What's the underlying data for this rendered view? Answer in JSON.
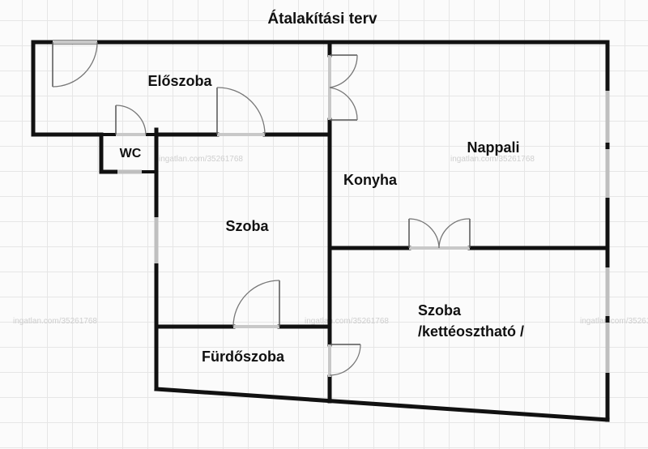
{
  "title": "Átalakítási terv",
  "rooms": {
    "eloszoba": "Előszoba",
    "wc": "WC",
    "nappali": "Nappali",
    "konyha": "Konyha",
    "szoba": "Szoba",
    "furdoszoba": "Fürdőszoba",
    "szoba2_line1": "Szoba",
    "szoba2_line2": "/kettéosztható /"
  },
  "watermark": "ingatlan.com/35261768",
  "colors": {
    "wall": "#111111",
    "grid": "#e6e6e6",
    "window": "#bfbfbf"
  }
}
